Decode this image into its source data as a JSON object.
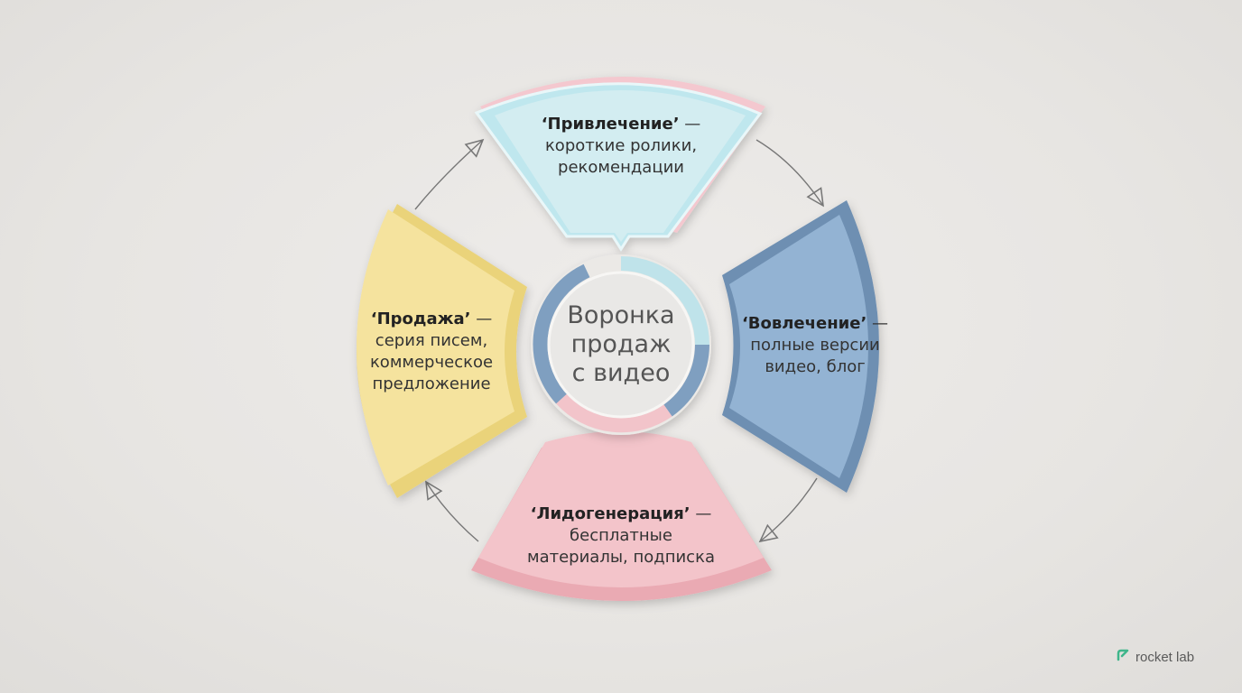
{
  "center": {
    "line1": "Воронка",
    "line2": "продаж",
    "line3": "с видео"
  },
  "segments": {
    "top": {
      "title": "‘Привлечение’",
      "dash": " —",
      "line2": "короткие ролики,",
      "line3": "рекомендации",
      "color": "#cfe9ee"
    },
    "right": {
      "title": "‘Вовлечение’",
      "dash": " —",
      "line2": "полные версии",
      "line3": "видео, блог",
      "color": "#8eafcf"
    },
    "bottom": {
      "title": "‘Лидогенерация’",
      "dash": " —",
      "line2": "бесплатные",
      "line3": "материалы, подписка",
      "color": "#f0bcc2"
    },
    "left": {
      "title": "‘Продажа’",
      "dash": " —",
      "line2": "серия писем,",
      "line3": "коммерческое",
      "line4": "предложение",
      "color": "#f3df92"
    }
  },
  "brand": {
    "name": "rocket lab",
    "icon": "rocket-lab-logo-icon",
    "color": "#3fb68b"
  }
}
